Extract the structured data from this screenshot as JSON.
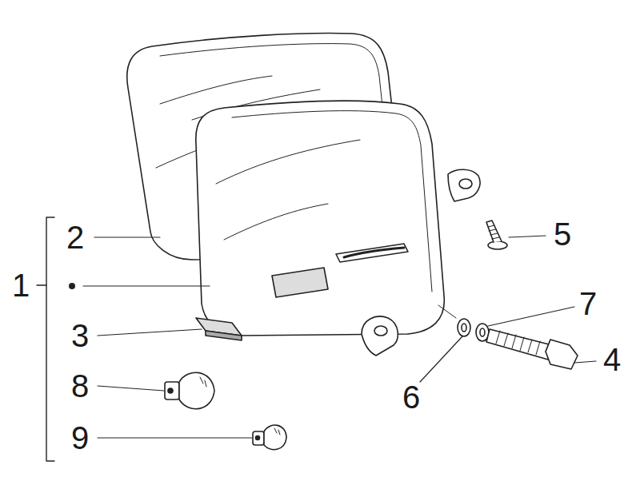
{
  "diagram": {
    "labels": [
      "2",
      "5",
      "1",
      "3",
      "7",
      "4",
      "8",
      "6",
      "9"
    ]
  }
}
